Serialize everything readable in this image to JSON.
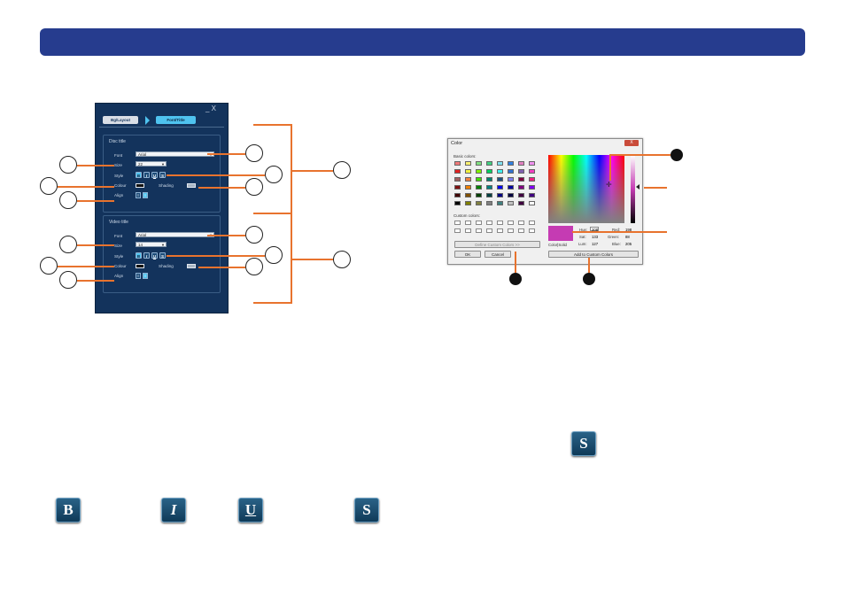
{
  "panel": {
    "window_controls": "_  X",
    "tabs": [
      "Bg/Layout",
      "Font/Title"
    ],
    "disc_title": {
      "heading": "Disc title",
      "font_label": "Font",
      "font_value": "Arial",
      "size_label": "Size",
      "size_value": "22",
      "style_label": "Style",
      "colour_label": "Colour",
      "shading_label": "Shading",
      "align_label": "Align"
    },
    "video_title": {
      "heading": "Video title",
      "font_label": "Font",
      "font_value": "Arial",
      "size_label": "Size",
      "size_value": "14",
      "style_label": "Style",
      "colour_label": "Colour",
      "shading_label": "Shading",
      "align_label": "Align"
    },
    "style_buttons": [
      "B",
      "I",
      "U",
      "S"
    ]
  },
  "color_dialog": {
    "title": "Color",
    "close": "X",
    "basic_colors_label": "Basic colors:",
    "custom_colors_label": "Custom colors:",
    "define_custom": "Define Custom Colors >>",
    "ok": "OK",
    "cancel": "Cancel",
    "add_custom": "Add to Custom Colors",
    "color_solid_label": "Color|Solid",
    "hue_label": "Hue:",
    "hue": "208",
    "sat_label": "Sat:",
    "sat": "133",
    "lum_label": "Lum:",
    "lum": "127",
    "red_label": "Red:",
    "red": "198",
    "green_label": "Green:",
    "green": "88",
    "blue_label": "Blue:",
    "blue": "205",
    "basic_colors": [
      [
        "#f07878",
        "#f8f070",
        "#80e080",
        "#40d080",
        "#80e0f0",
        "#3080e0",
        "#e080c0",
        "#f090f0"
      ],
      [
        "#e02020",
        "#f0f040",
        "#80f000",
        "#00d060",
        "#40f0f0",
        "#3070d0",
        "#8060b0",
        "#f040c0"
      ],
      [
        "#a06060",
        "#f08040",
        "#40e000",
        "#008070",
        "#205080",
        "#8080f0",
        "#800040",
        "#f02080"
      ],
      [
        "#801010",
        "#f08000",
        "#008000",
        "#008080",
        "#0000f0",
        "#0000a0",
        "#800080",
        "#8000f0"
      ],
      [
        "#400000",
        "#805000",
        "#004000",
        "#004040",
        "#000080",
        "#000040",
        "#400040",
        "#400080"
      ],
      [
        "#000000",
        "#808000",
        "#808040",
        "#808080",
        "#408080",
        "#c0c0c0",
        "#400040",
        "#ffffff"
      ]
    ]
  },
  "bottom_icons": {
    "bold": "B",
    "italic": "I",
    "underline": "U",
    "shadow": "S",
    "shadow_large": "S"
  },
  "colors": {
    "header": "#263c8e",
    "panel": "#13335c",
    "accent": "#4fc3ef",
    "callout_line": "#e8732e"
  }
}
